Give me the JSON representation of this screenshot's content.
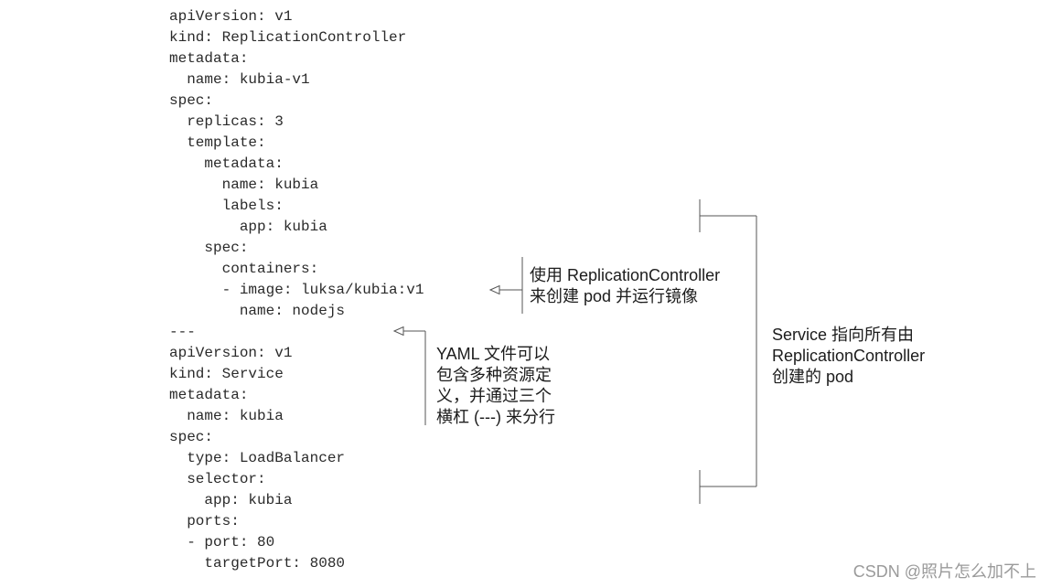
{
  "code_lines": [
    "apiVersion: v1",
    "kind: ReplicationController",
    "metadata:",
    "  name: kubia-v1",
    "spec:",
    "  replicas: 3",
    "  template:",
    "    metadata:",
    "      name: kubia",
    "      labels:",
    "        app: kubia",
    "    spec:",
    "      containers:",
    "      - image: luksa/kubia:v1",
    "        name: nodejs",
    "---",
    "apiVersion: v1",
    "kind: Service",
    "metadata:",
    "  name: kubia",
    "spec:",
    "  type: LoadBalancer",
    "  selector:",
    "    app: kubia",
    "  ports:",
    "  - port: 80",
    "    targetPort: 8080"
  ],
  "annotations": {
    "replication_controller": [
      "使用 ReplicationController",
      "来创建 pod 并运行镜像"
    ],
    "yaml_separator": [
      "YAML 文件可以",
      "包含多种资源定",
      "义，并通过三个",
      "横杠 (---) 来分行"
    ],
    "service": [
      "Service 指向所有由",
      "ReplicationController",
      "创建的 pod"
    ]
  },
  "watermark": "CSDN @照片怎么加不上",
  "colors": {
    "text": "#222222",
    "line": "#555555",
    "watermark": "#9a9a9a"
  }
}
